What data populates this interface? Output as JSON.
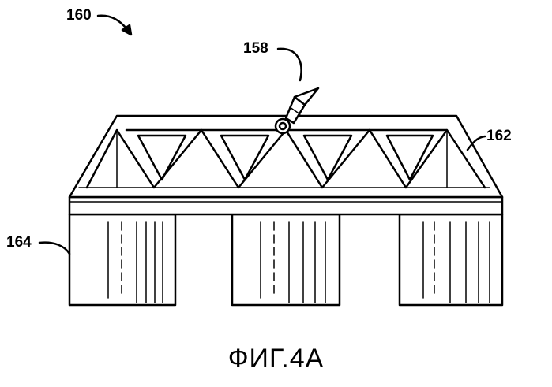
{
  "figure": {
    "caption": "ФИГ.4А",
    "labels": {
      "assembly": "160",
      "sensor": "158",
      "truss": "162",
      "pier": "164"
    },
    "line_color": "#000000",
    "background": "#ffffff"
  }
}
